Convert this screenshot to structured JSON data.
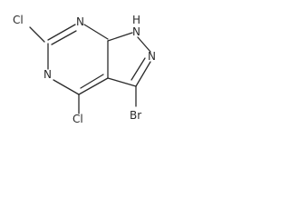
{
  "molecule": {
    "atoms": {
      "cl_top": "Cl",
      "n_ring_top": "N",
      "n_ring_left": "N",
      "nh_h": "H",
      "nh_n": "N",
      "n_pyrazole": "N",
      "br": "Br",
      "cl_bottom": "Cl"
    }
  }
}
